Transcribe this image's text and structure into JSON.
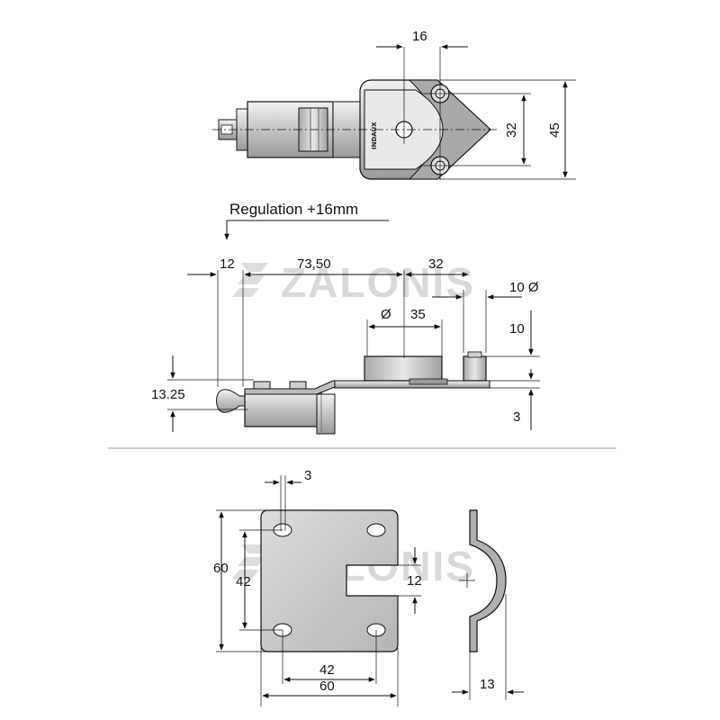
{
  "watermark": {
    "text": "ZALONIS"
  },
  "top_view": {
    "brand_mark": "INDAUX",
    "dims": {
      "d16": "16",
      "d32": "32",
      "d45": "45"
    }
  },
  "side_view": {
    "regulation_note": "Regulation +16mm",
    "dims": {
      "d12": "12",
      "d73": "73,50",
      "d32": "32",
      "d10dia": "10 Ø",
      "dia35_symbol": "Ø",
      "dia35_value": "35",
      "d10": "10",
      "d13": "13.25",
      "d3": "3"
    }
  },
  "strike_plate": {
    "dims": {
      "d3": "3",
      "d60v": "60",
      "d42v": "42",
      "d12": "12",
      "d42h": "42",
      "d60h": "60",
      "d13": "13"
    }
  },
  "colors": {
    "line": "#111111",
    "metal_light": "#e6e6e6",
    "metal_mid": "#bdbdbd",
    "metal_dark": "#8a8a8a",
    "watermark": "#d9d9d9"
  }
}
